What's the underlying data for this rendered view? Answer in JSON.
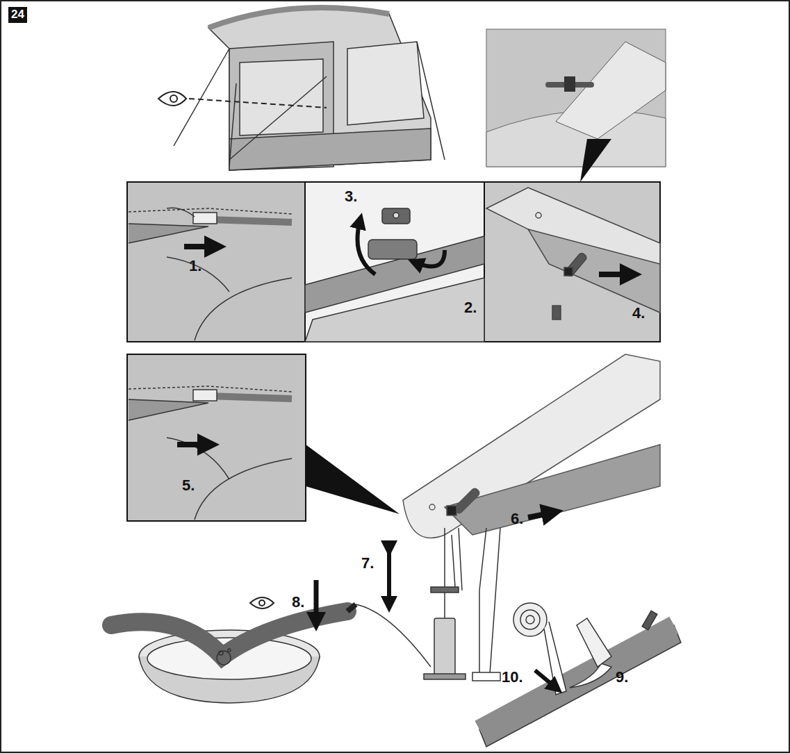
{
  "diagram": {
    "nodes": [
      {
        "text": [
          "24"
        ]
      }
    ],
    "labels": [
      "1.",
      "2.",
      "3.",
      "4.",
      "5.",
      "6.",
      "7.",
      "8.",
      "9.",
      "10."
    ]
  }
}
